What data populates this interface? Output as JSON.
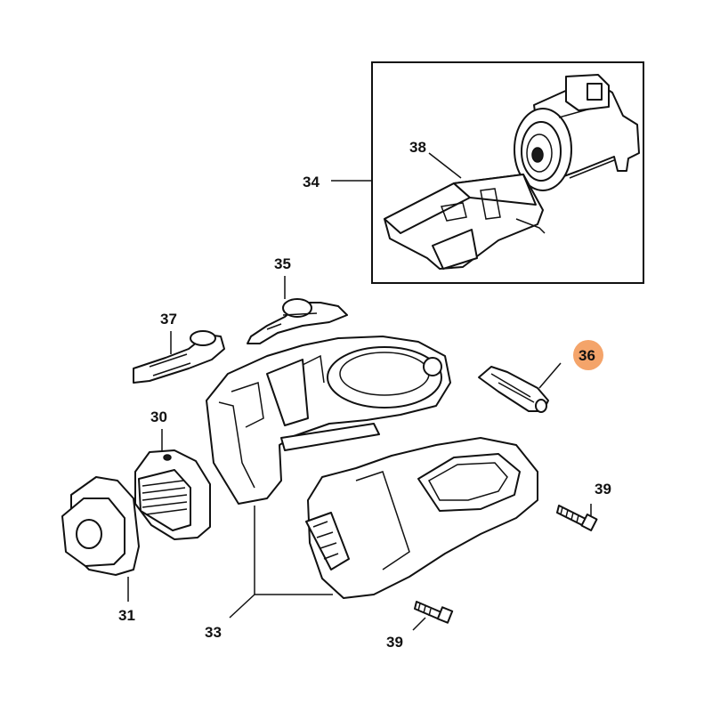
{
  "diagram": {
    "labels": {
      "l31": "31",
      "l30": "30",
      "l33": "33",
      "l34": "34",
      "l35": "35",
      "l36": "36",
      "l37": "37",
      "l38": "38",
      "l39a": "39",
      "l39b": "39"
    },
    "highlight": {
      "label": "36",
      "color": "#f4a46a"
    }
  }
}
